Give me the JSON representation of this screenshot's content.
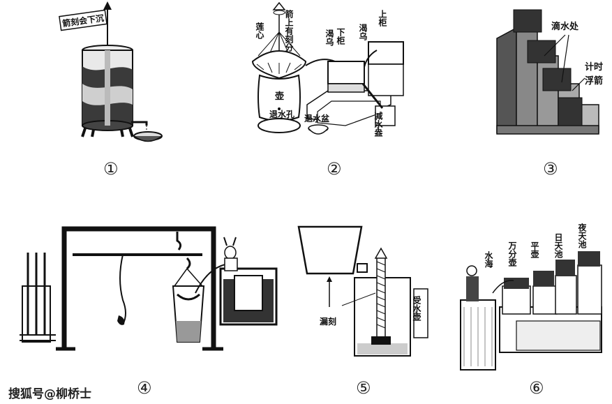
{
  "panels": [
    {
      "number": "①",
      "labels": {
        "arrow_tag": "箭刻会下沉"
      }
    },
    {
      "number": "②",
      "labels": {
        "lotus_heart": "莲心",
        "arrow_scale": "箭上有刻分",
        "lower_cabinet": "下柜",
        "upper_cabinet": "上柜",
        "crow_left": "渴乌",
        "crow_right": "渴乌",
        "pot": "壶",
        "drain_hole": "退水孔",
        "drain_basin": "退水盆",
        "reduce_pot": "减水盎"
      }
    },
    {
      "number": "③",
      "labels": {
        "drip": "滴水处",
        "timer": "计时",
        "float_arrow": "浮箭"
      }
    },
    {
      "number": "④",
      "labels": {}
    },
    {
      "number": "⑤",
      "labels": {
        "clepsydra_arrow": "漏刻",
        "receiver": "受水壶"
      }
    },
    {
      "number": "⑥",
      "labels": {
        "sea": "水海",
        "wanfen": "万分壶",
        "ping": "平壶",
        "ritian": "日天池",
        "yetian": "夜天池"
      }
    }
  ],
  "watermark": "搜狐号@柳桥士"
}
